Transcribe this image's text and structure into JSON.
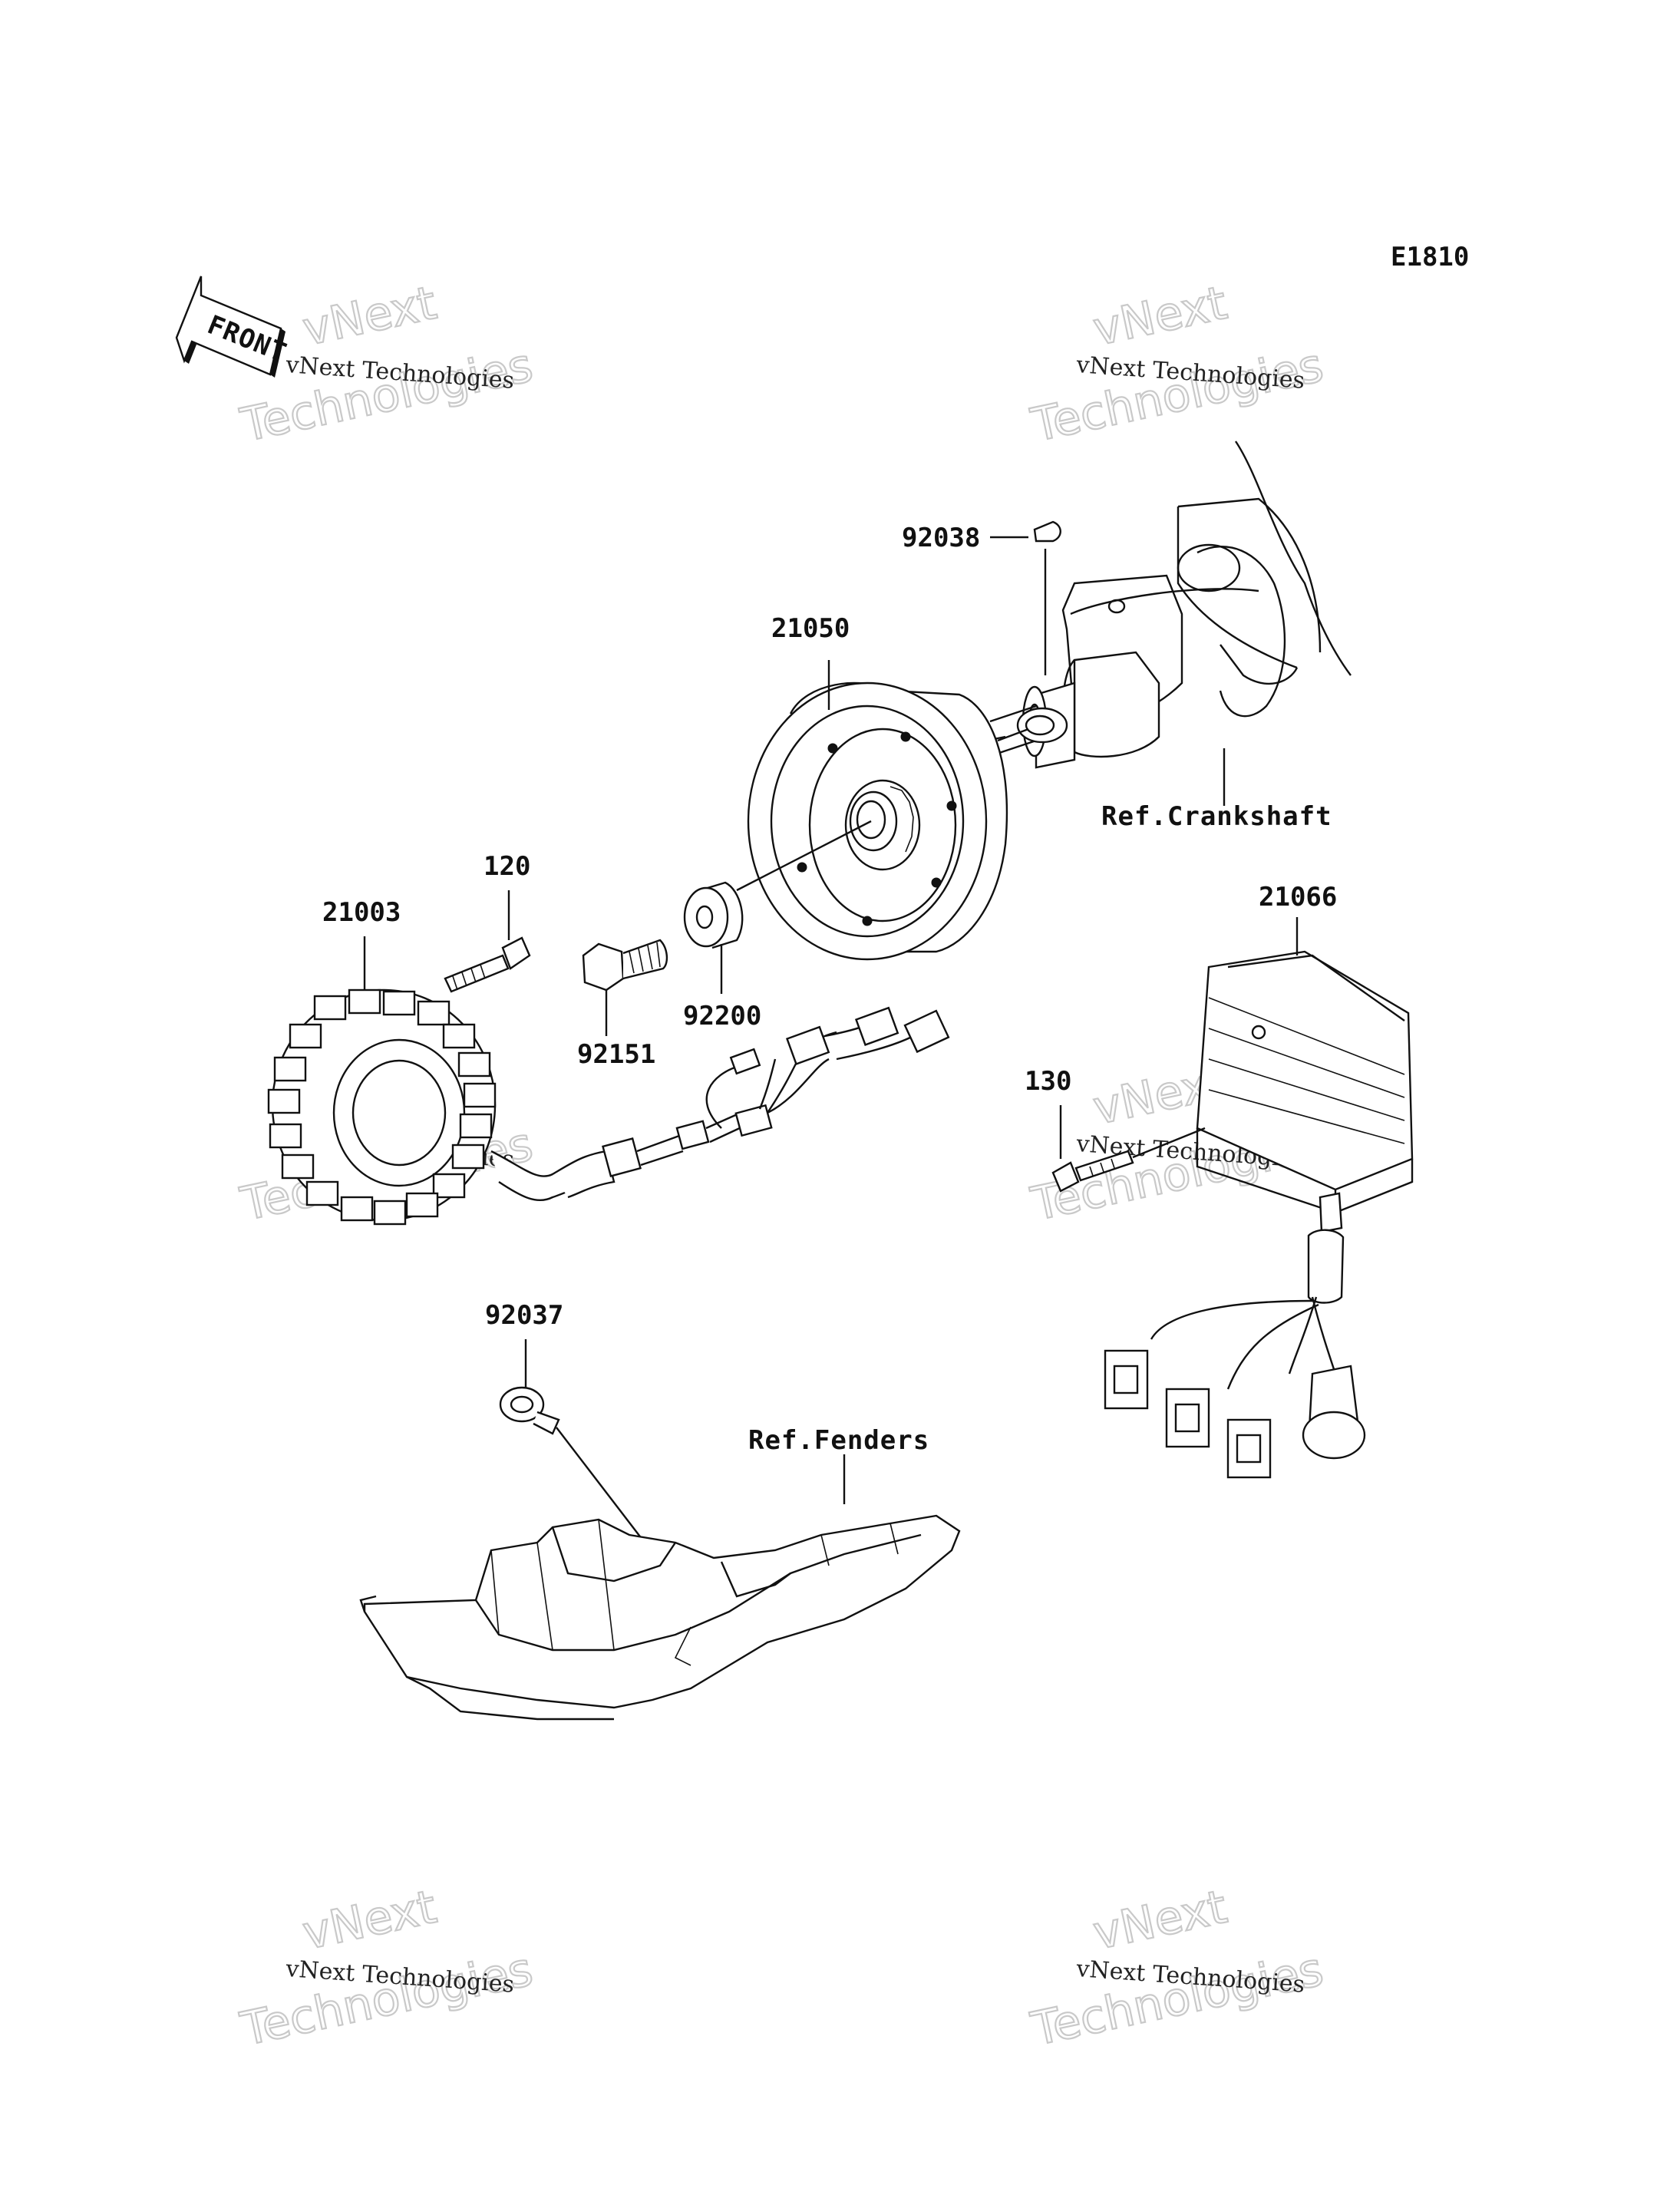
{
  "diagram_code": "E1810",
  "front_label": "FRONT",
  "parts": [
    {
      "id": "p-92038",
      "number": "92038"
    },
    {
      "id": "p-21050",
      "number": "21050"
    },
    {
      "id": "p-120",
      "number": "120"
    },
    {
      "id": "p-21003",
      "number": "21003"
    },
    {
      "id": "p-92200",
      "number": "92200"
    },
    {
      "id": "p-92151",
      "number": "92151"
    },
    {
      "id": "p-21066",
      "number": "21066"
    },
    {
      "id": "p-130",
      "number": "130"
    },
    {
      "id": "p-92037",
      "number": "92037"
    }
  ],
  "references": {
    "crankshaft": "Ref.Crankshaft",
    "fenders": "Ref.Fenders"
  },
  "watermark": {
    "small": "vNext Technologies",
    "line1": "vNext",
    "line2": "Technologies"
  }
}
